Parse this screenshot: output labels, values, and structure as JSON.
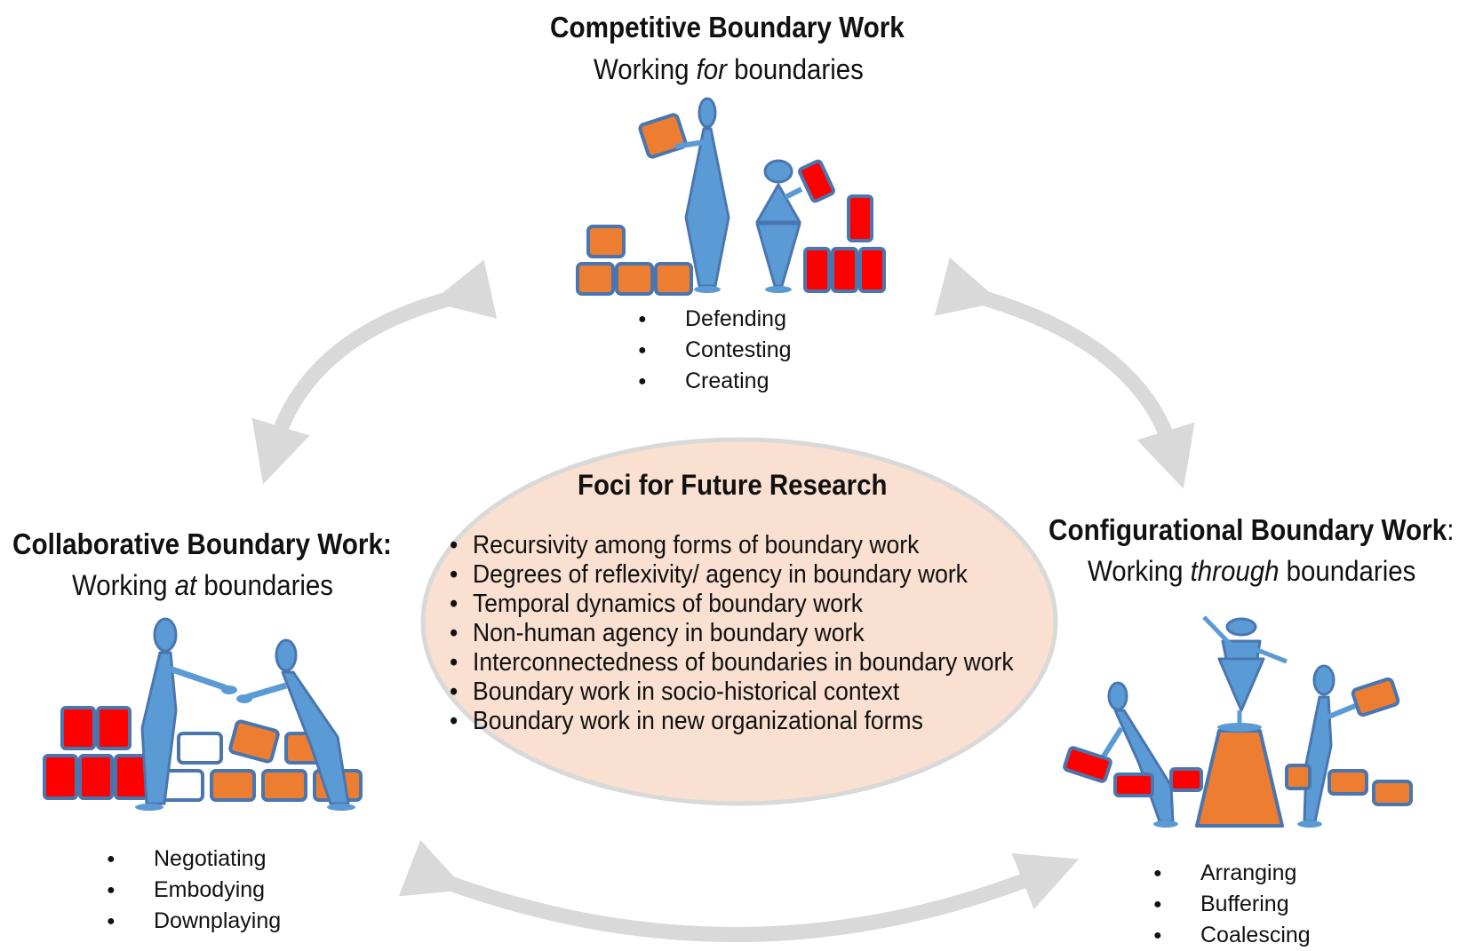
{
  "competitive": {
    "title": "Competitive Boundary Work",
    "subtitle_pre": "Working ",
    "subtitle_em": "for",
    "subtitle_post": " boundaries",
    "items": [
      "Defending",
      "Contesting",
      "Creating"
    ]
  },
  "collaborative": {
    "title": "Collaborative Boundary Work:",
    "subtitle_pre": "Working ",
    "subtitle_em": "at",
    "subtitle_post": " boundaries",
    "items": [
      "Negotiating",
      "Embodying",
      "Downplaying"
    ]
  },
  "configurational": {
    "title": "Configurational Boundary Work",
    "title_suffix": ":",
    "subtitle_pre": "Working ",
    "subtitle_em": "through",
    "subtitle_post": " boundaries",
    "items": [
      "Arranging",
      "Buffering",
      "Coalescing"
    ]
  },
  "center": {
    "title": "Foci for Future Research",
    "items": [
      "Recursivity among forms of boundary work",
      "Degrees of reflexivity/ agency in boundary work",
      "Temporal dynamics of boundary work",
      "Non-human agency in boundary work",
      "Interconnectedness of boundaries in boundary work",
      "Boundary work in socio-historical context",
      "Boundary work in new organizational forms"
    ]
  },
  "colors": {
    "figure": "#5b9bd5",
    "figure_outline": "#4a76b0",
    "block_orange": "#ed7d31",
    "block_red": "#ff0000",
    "arrow": "#d9d9d9",
    "ellipse_fill": "#f9e0d0",
    "ellipse_stroke": "#d9d9d9"
  }
}
